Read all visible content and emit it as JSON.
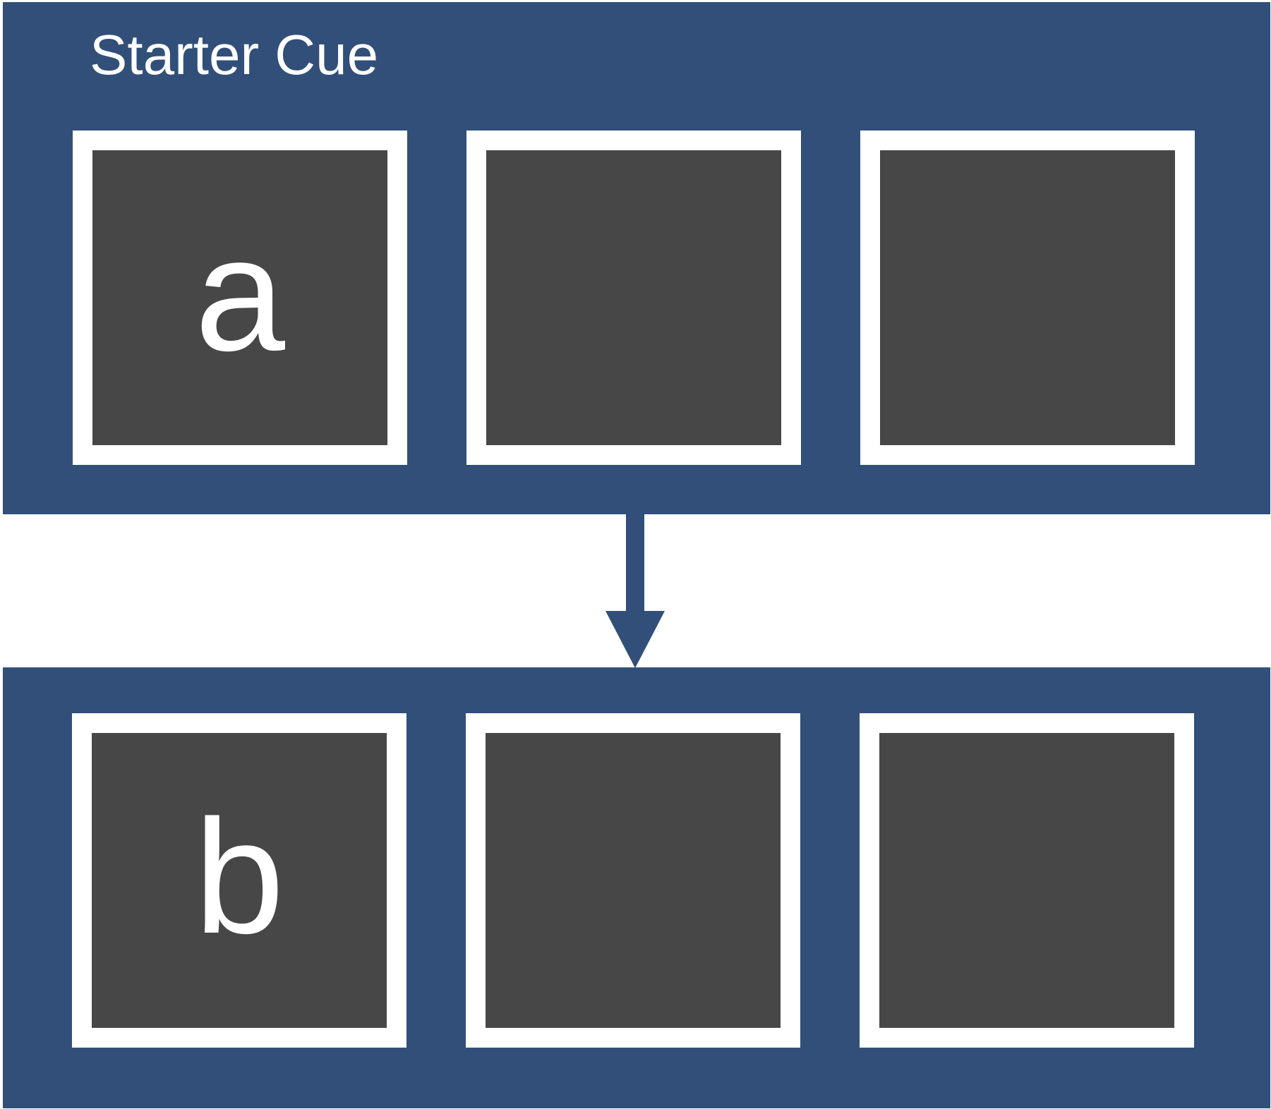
{
  "colors": {
    "panel": "#314f79",
    "slot_fill": "#474747",
    "slot_border": "#ffffff",
    "text": "#ffffff",
    "background": "#ffffff"
  },
  "panels": [
    {
      "title": "Starter Cue",
      "slots": [
        {
          "letter": "a"
        },
        {
          "letter": ""
        },
        {
          "letter": ""
        }
      ]
    },
    {
      "title": "",
      "slots": [
        {
          "letter": "b"
        },
        {
          "letter": ""
        },
        {
          "letter": ""
        }
      ]
    }
  ],
  "connector": {
    "direction": "down",
    "icon": "down-arrow-icon"
  }
}
